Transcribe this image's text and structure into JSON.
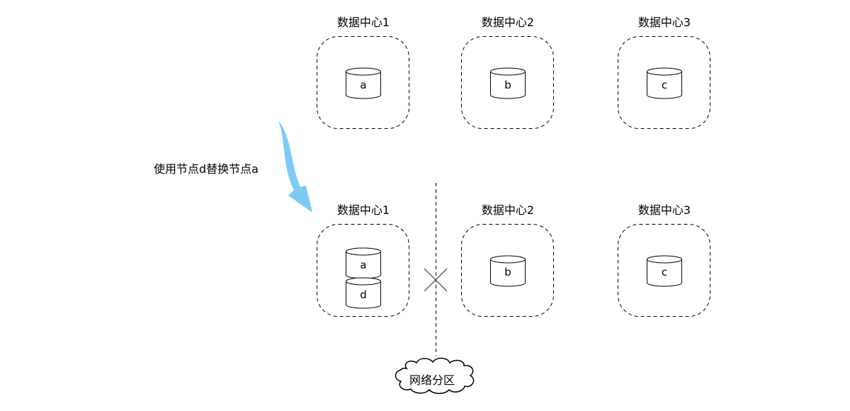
{
  "top_row": {
    "datacenters": [
      {
        "title": "数据中心1",
        "nodes": [
          "a"
        ]
      },
      {
        "title": "数据中心2",
        "nodes": [
          "b"
        ]
      },
      {
        "title": "数据中心3",
        "nodes": [
          "c"
        ]
      }
    ]
  },
  "bottom_row": {
    "datacenters": [
      {
        "title": "数据中心1",
        "nodes": [
          "a",
          "d"
        ]
      },
      {
        "title": "数据中心2",
        "nodes": [
          "b"
        ]
      },
      {
        "title": "数据中心3",
        "nodes": [
          "c"
        ]
      }
    ]
  },
  "arrow": {
    "label": "使用节点d替换节点a",
    "color": "#7ecbf7"
  },
  "partition": {
    "label": "网络分区"
  }
}
